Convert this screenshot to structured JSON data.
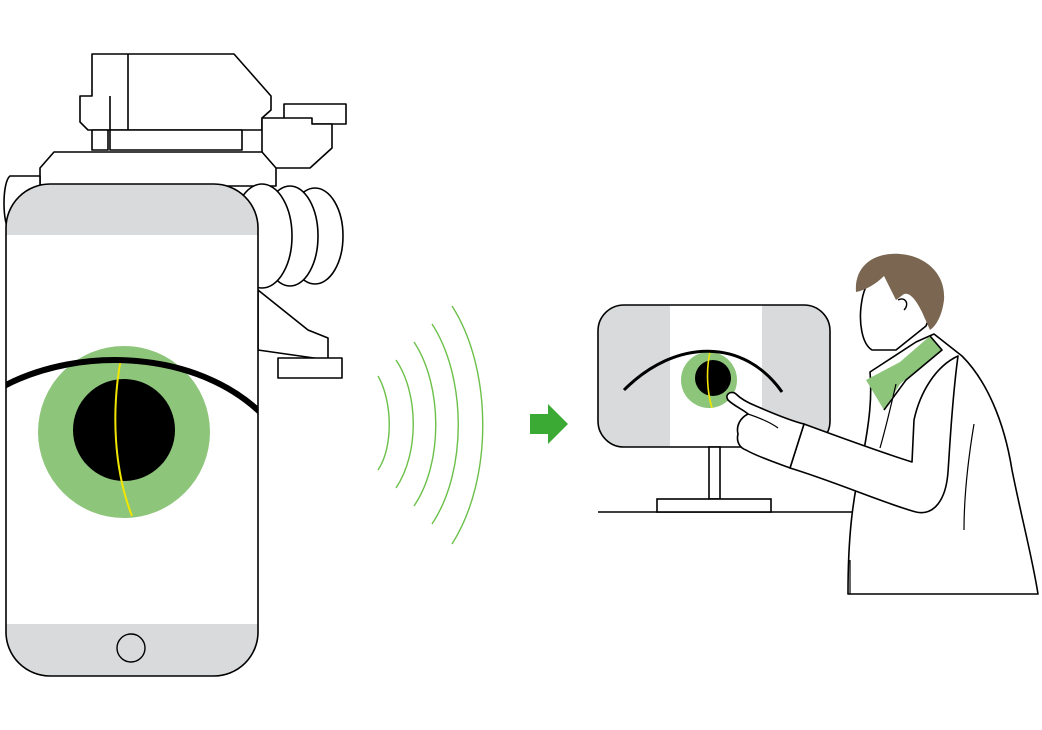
{
  "illustration": {
    "kind": "eye-exam-telemedicine",
    "parts": [
      "slit-lamp-camera",
      "smartphone",
      "eye-image",
      "wireless-signal",
      "arrow",
      "monitor",
      "doctor"
    ]
  },
  "colors": {
    "stroke": "#000000",
    "screen_band": "#d9dadb",
    "iris": "#8dc57b",
    "pupil": "#000000",
    "slit_line": "#f2e600",
    "signal": "#6cc04a",
    "arrow": "#3aaa35",
    "hair": "#7a6651",
    "collar": "#8dc57b",
    "background": "#ffffff"
  },
  "icons": {
    "arrow": "arrow-right-icon",
    "signal": "wireless-signal-icon",
    "home_button": "home-button-icon"
  }
}
